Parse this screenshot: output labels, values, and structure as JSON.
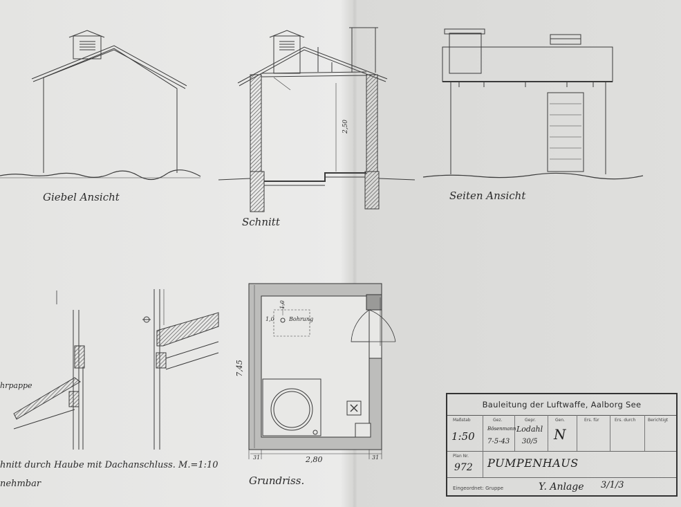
{
  "labels": {
    "giebel": "Giebel Ansicht",
    "schnitt": "Schnitt",
    "seiten": "Seiten Ansicht",
    "grundriss": "Grundriss.",
    "detail_line1": "hnitt durch Haube mit Dachanschluss. M.=1:10",
    "detail_line2": "nehmbar",
    "detail_pipe": "hrpappe"
  },
  "dimensions": {
    "height_250": "2,50",
    "depth_745": "7,45",
    "width_280": "2,80",
    "wall_left": "31",
    "wall_right": "31",
    "bohrung_x": "1,0",
    "bohrung_y": "1,0",
    "bohrung": "Bohrung"
  },
  "title_block": {
    "title": "Bauleitung der Luftwaffe, Aalborg See",
    "col_massstab": "Maßstab",
    "col_gez": "Gez.",
    "col_gepr": "Gepr.",
    "col_gen": "Gen.",
    "col_f1": "Ers. für",
    "col_f2": "Ers. durch",
    "col_f3": "Berichtigt",
    "scale": "1:50",
    "gez_name": "Bösenmann",
    "gepr_name": "Lodahl",
    "date": "7-5-43",
    "date2": "30/5",
    "signature": "N",
    "plan_nr_label": "Plan Nr.",
    "plan_nr": "972",
    "plan_name": "PUMPENHAUS",
    "eingeordnet_label": "Eingeordnet: Gruppe",
    "anlage": "Y. Anlage",
    "anlage_nr": "3/1/3"
  }
}
